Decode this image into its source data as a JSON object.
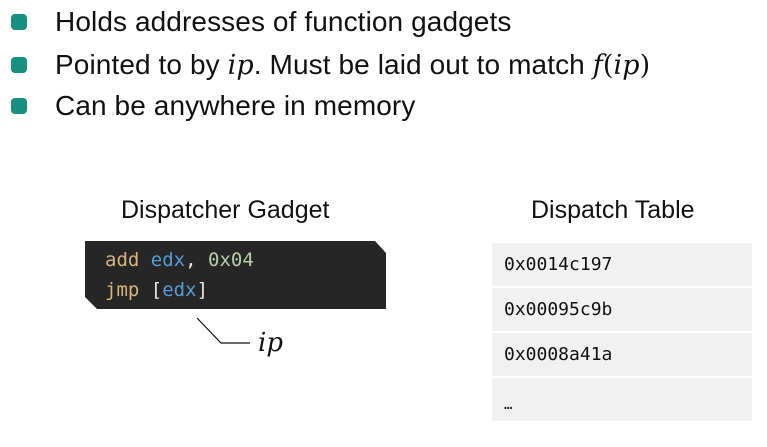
{
  "colors": {
    "bullet": "#14917f",
    "code_bg": "#262626",
    "keyword": "#d7b47a",
    "register": "#569cd6",
    "number": "#b5cea8",
    "punct": "#e6e6e6",
    "table_row_bg": "#f1f1f1"
  },
  "bullets": [
    {
      "text": "Holds addresses of function gadgets"
    },
    {
      "text_before": "Pointed to by ",
      "math1": "ip",
      "text_mid": ". Must be laid out to match ",
      "math2_f": "f",
      "math2_open": "(",
      "math2_var": "ip",
      "math2_close": ")"
    },
    {
      "text": "Can be anywhere in memory"
    }
  ],
  "dispatcher": {
    "title": "Dispatcher Gadget",
    "lines": [
      {
        "op": "add",
        "sp1": " ",
        "reg": "edx",
        "comma": ", ",
        "imm": "0x04"
      },
      {
        "op": "jmp",
        "sp1": " ",
        "open": "[",
        "reg": "edx",
        "close": "]"
      }
    ],
    "pointer_label": "ip"
  },
  "dispatch_table": {
    "title": "Dispatch Table",
    "rows": [
      "0x0014c197",
      "0x00095c9b",
      "0x0008a41a",
      "…"
    ]
  }
}
